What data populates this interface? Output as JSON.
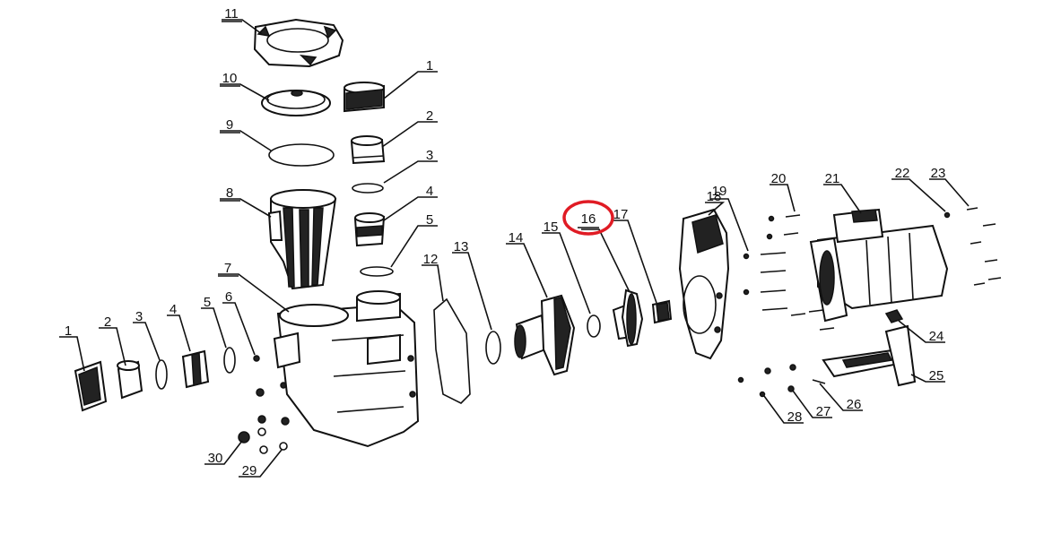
{
  "diagram": {
    "highlight_color": "#e01b24",
    "highlighted_part": "16",
    "labels": [
      {
        "id": "lbl-11",
        "text": "11"
      },
      {
        "id": "lbl-10",
        "text": "10"
      },
      {
        "id": "lbl-9",
        "text": "9"
      },
      {
        "id": "lbl-8",
        "text": "8"
      },
      {
        "id": "lbl-7",
        "text": "7"
      },
      {
        "id": "lbl-top-1",
        "text": "1"
      },
      {
        "id": "lbl-top-2",
        "text": "2"
      },
      {
        "id": "lbl-top-3",
        "text": "3"
      },
      {
        "id": "lbl-top-4",
        "text": "4"
      },
      {
        "id": "lbl-top-5",
        "text": "5"
      },
      {
        "id": "lbl-left-1",
        "text": "1"
      },
      {
        "id": "lbl-left-2",
        "text": "2"
      },
      {
        "id": "lbl-left-3",
        "text": "3"
      },
      {
        "id": "lbl-left-4",
        "text": "4"
      },
      {
        "id": "lbl-left-5",
        "text": "5"
      },
      {
        "id": "lbl-6",
        "text": "6"
      },
      {
        "id": "lbl-12",
        "text": "12"
      },
      {
        "id": "lbl-13",
        "text": "13"
      },
      {
        "id": "lbl-14",
        "text": "14"
      },
      {
        "id": "lbl-15",
        "text": "15"
      },
      {
        "id": "lbl-16",
        "text": "16"
      },
      {
        "id": "lbl-17",
        "text": "17"
      },
      {
        "id": "lbl-18",
        "text": "18"
      },
      {
        "id": "lbl-19",
        "text": "19"
      },
      {
        "id": "lbl-20",
        "text": "20"
      },
      {
        "id": "lbl-21",
        "text": "21"
      },
      {
        "id": "lbl-22",
        "text": "22"
      },
      {
        "id": "lbl-23",
        "text": "23"
      },
      {
        "id": "lbl-24",
        "text": "24"
      },
      {
        "id": "lbl-25",
        "text": "25"
      },
      {
        "id": "lbl-26",
        "text": "26"
      },
      {
        "id": "lbl-27",
        "text": "27"
      },
      {
        "id": "lbl-28",
        "text": "28"
      },
      {
        "id": "lbl-29",
        "text": "29"
      },
      {
        "id": "lbl-30",
        "text": "30"
      }
    ]
  }
}
